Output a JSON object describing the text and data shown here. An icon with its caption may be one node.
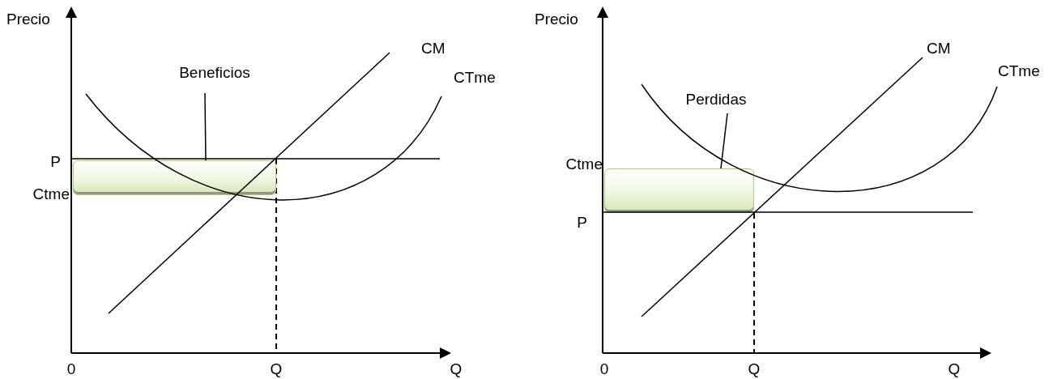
{
  "diagram": {
    "nodes": [
      {
        "text": [
          "Beneficios"
        ]
      },
      {
        "text": [],
        "shape": "box"
      },
      {
        "text": [
          "Perdidas"
        ]
      },
      {
        "text": [],
        "shape": "box"
      }
    ],
    "edges": [
      {
        "from": 0,
        "to": 1,
        "arrow": "none"
      },
      {
        "from": 2,
        "to": 3,
        "arrow": "none"
      }
    ],
    "labels": [
      "Precio",
      "CM",
      "CTme",
      "P",
      "Ctme",
      "0",
      "Q",
      "Q",
      "Precio",
      "CM",
      "CTme",
      "Ctme",
      "P",
      "0",
      "Q",
      "Q"
    ]
  }
}
